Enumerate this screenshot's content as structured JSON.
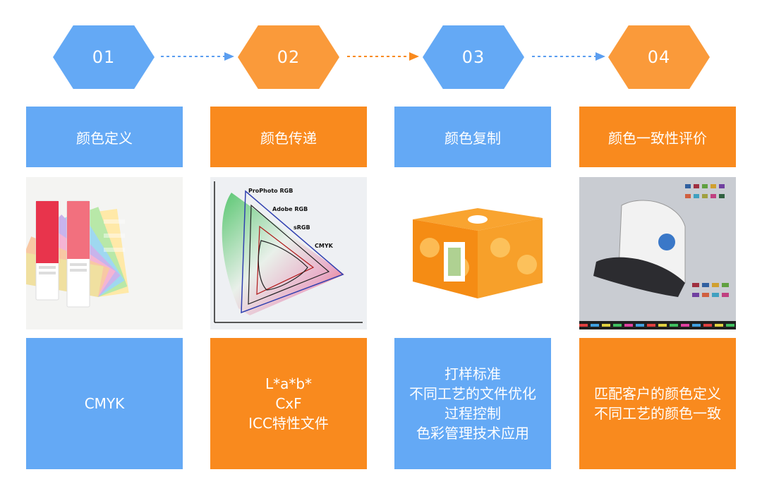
{
  "colors": {
    "blue": "#64a9f5",
    "orange": "#f98a1e",
    "orange_hex": "#fa9a3a",
    "arrow_blue": "#5b9ef0",
    "arrow_orange": "#f98a1e"
  },
  "steps": [
    {
      "number": "01",
      "title": "颜色定义",
      "image": "pantone-color-fan-guide",
      "lines": [
        "CMYK"
      ]
    },
    {
      "number": "02",
      "title": "颜色传递",
      "image": "color-gamut-diagram",
      "gamut_labels": [
        "ProPhoto RGB",
        "Adobe RGB",
        "sRGB",
        "CMYK"
      ],
      "lines": [
        "L*a*b*",
        "CxF",
        "ICC特性文件"
      ]
    },
    {
      "number": "03",
      "title": "颜色复制",
      "image": "printed-orange-packaging-box",
      "lines": [
        "打样标准",
        "不同工艺的文件优化",
        "过程控制",
        "色彩管理技术应用"
      ]
    },
    {
      "number": "04",
      "title": "颜色一致性评价",
      "image": "spectrophotometer-on-color-chart",
      "lines": [
        "匹配客户的颜色定义",
        "不同工艺的颜色一致"
      ]
    }
  ]
}
